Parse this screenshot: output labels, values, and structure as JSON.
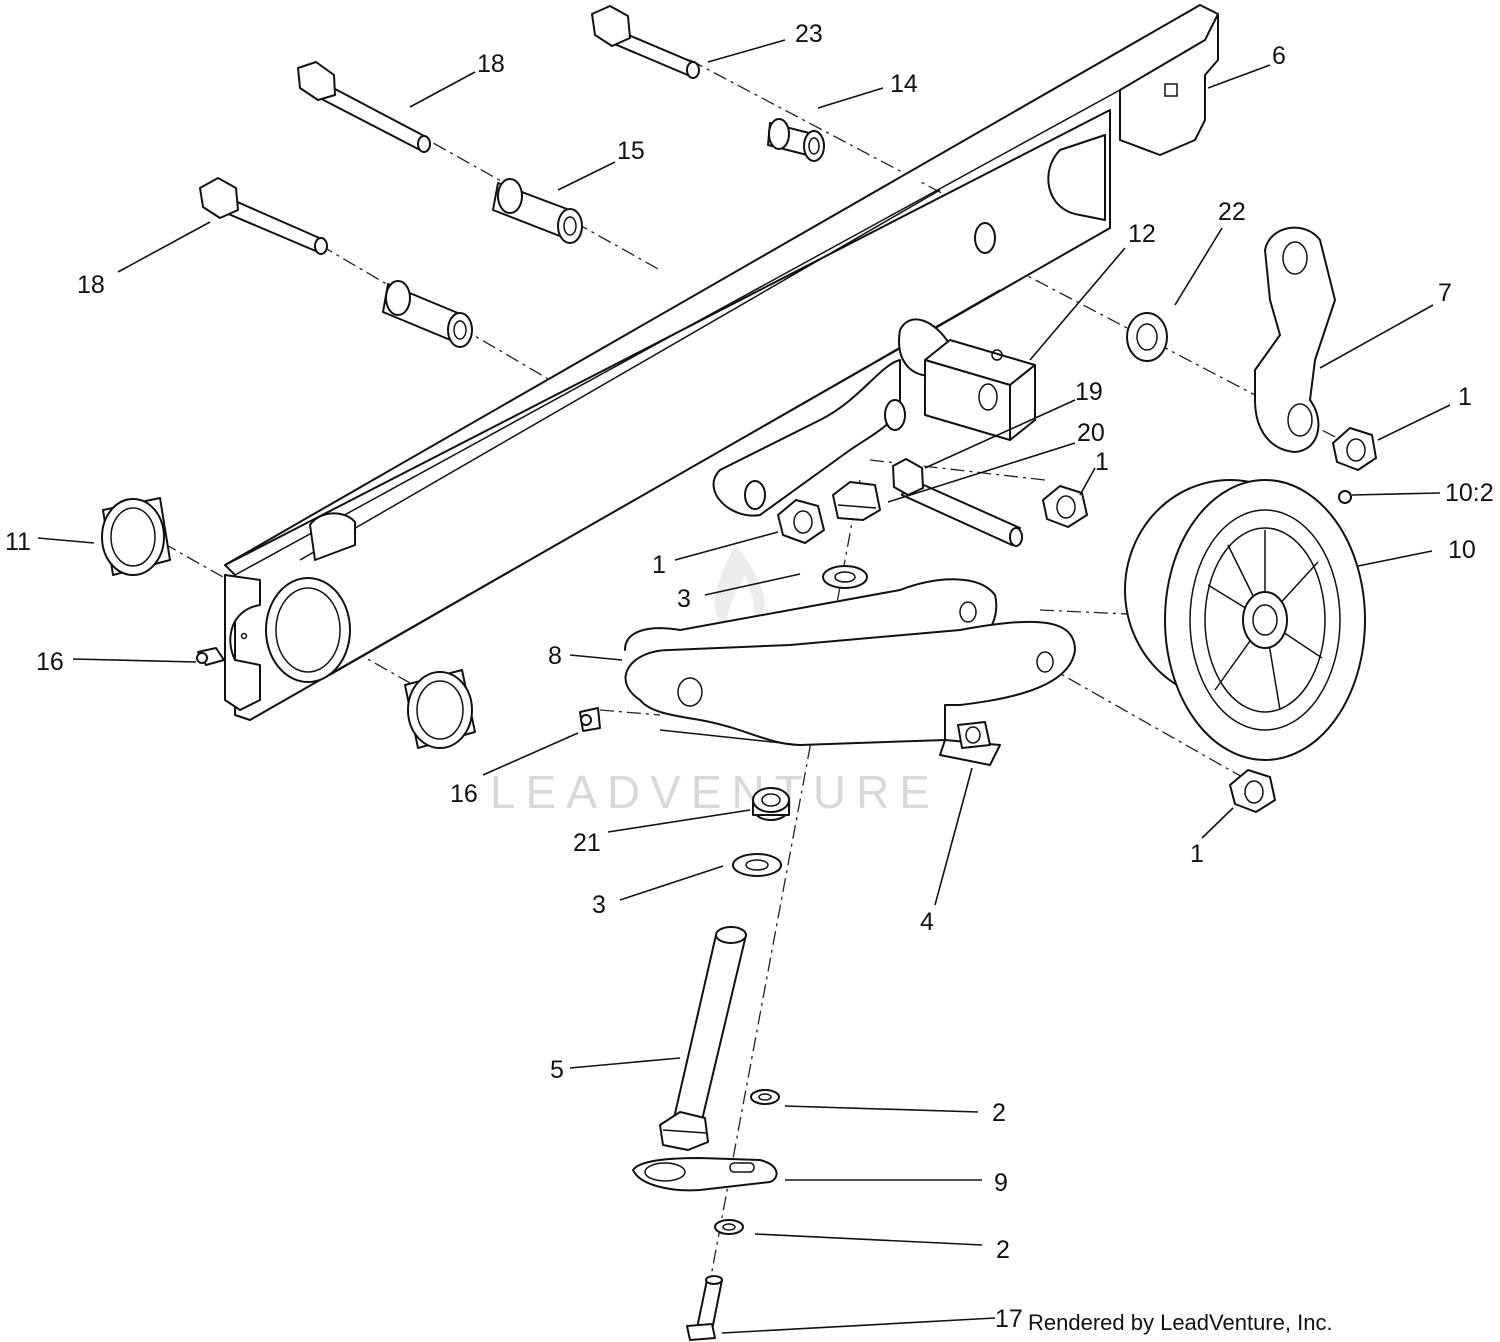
{
  "diagram": {
    "callouts": [
      "1",
      "1",
      "1",
      "1",
      "2",
      "2",
      "3",
      "3",
      "4",
      "5",
      "6",
      "7",
      "8",
      "9",
      "10",
      "10:2",
      "11",
      "12",
      "14",
      "15",
      "16",
      "16",
      "17",
      "18",
      "18",
      "19",
      "20",
      "21",
      "22",
      "23"
    ],
    "credit": "Rendered by LeadVenture, Inc.",
    "watermark": "LEADVENTURE"
  }
}
